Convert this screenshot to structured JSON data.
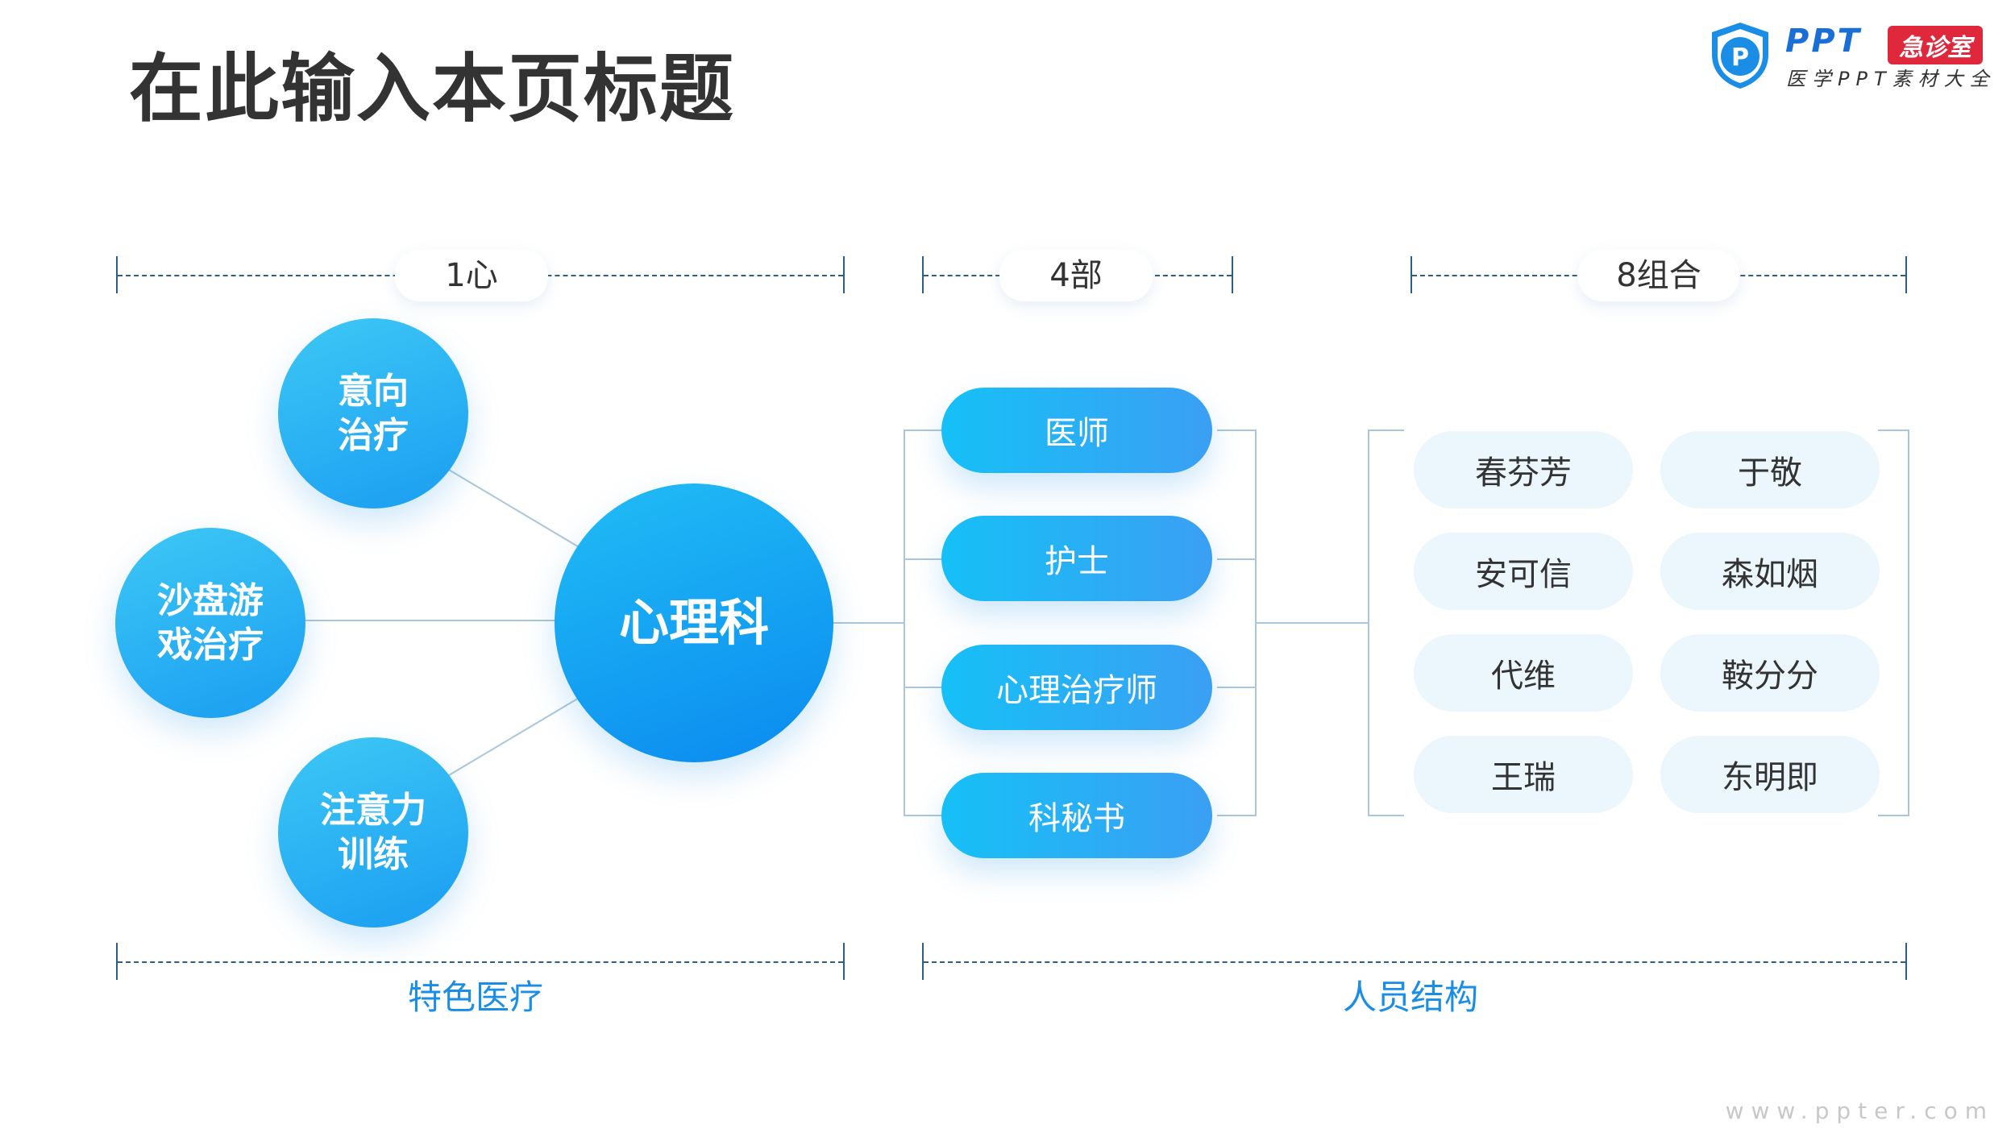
{
  "page": {
    "title": "在此输入本页标题",
    "watermark": "www.ppter.com"
  },
  "logo": {
    "badge_letter": "P",
    "brand": "PPT",
    "tag": "急诊室",
    "subtitle": "医学PPT素材大全"
  },
  "sections": {
    "top": [
      "1心",
      "4部",
      "8组合"
    ],
    "bottom": [
      "特色医疗",
      "人员结构"
    ]
  },
  "features": {
    "center": "心理科",
    "items": [
      [
        "意向",
        "治疗"
      ],
      [
        "沙盘游",
        "戏治疗"
      ],
      [
        "注意力",
        "训练"
      ]
    ]
  },
  "roles": [
    "医师",
    "护士",
    "心理治疗师",
    "科秘书"
  ],
  "groups": [
    "春芬芳",
    "于敬",
    "安可信",
    "森如烟",
    "代维",
    "鞍分分",
    "王瑞",
    "东明即"
  ],
  "colors": {
    "accent": "#1a9df2",
    "dash": "#2f5d8a",
    "label_blue": "#1a8ee6",
    "name_bg": "#ecf6fd",
    "logo_blue": "#1a6fd6",
    "logo_red": "#e0283d"
  }
}
